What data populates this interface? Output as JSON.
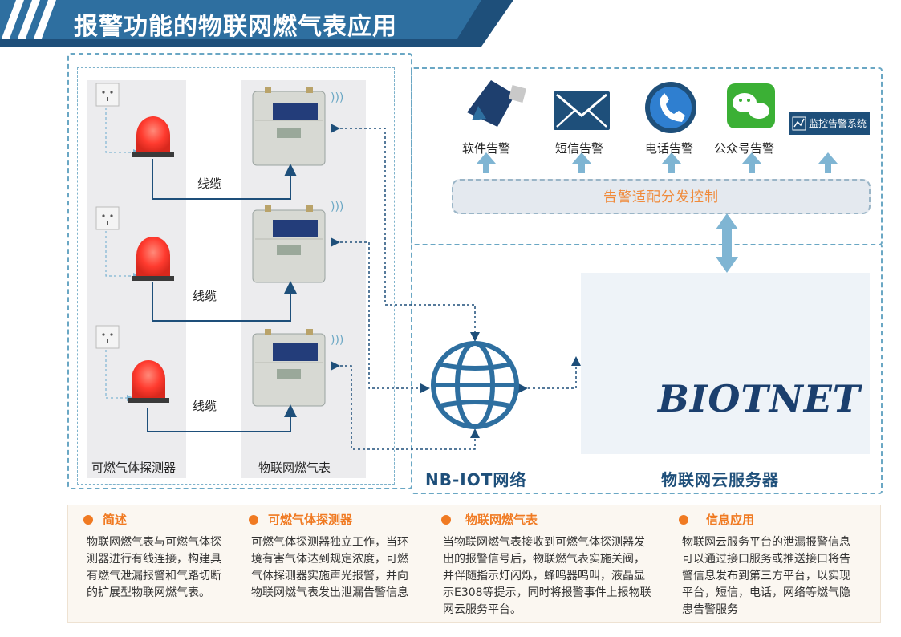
{
  "title": "报警功能的物联网燃气表应用",
  "columns": {
    "detector_label": "可燃气体探测器",
    "meter_label": "物联网燃气表"
  },
  "cables": [
    "线缆",
    "线缆",
    "线缆"
  ],
  "network_label": "NB-IOT网络",
  "server_label": "物联网云服务器",
  "brand": "BIOTNET",
  "apps": [
    {
      "label": "软件告警",
      "icon": "software-alert-icon"
    },
    {
      "label": "短信告警",
      "icon": "sms-envelope-icon"
    },
    {
      "label": "电话告警",
      "icon": "phone-icon"
    },
    {
      "label": "公众号告警",
      "icon": "wechat-icon"
    },
    {
      "label": "监控告警系统",
      "icon": "monitor-chart-icon"
    }
  ],
  "dispatch_label": "告警适配分发控制",
  "info": [
    {
      "title": "简述",
      "body": "物联网燃气表与可燃气体探测器进行有线连接，构建具有燃气泄漏报警和气路切断的扩展型物联网燃气表。"
    },
    {
      "title": "可燃气体探测器",
      "body": "可燃气体探测器独立工作，当环境有害气体达到规定浓度，可燃气体探测器实施声光报警，并向物联网燃气表发出泄漏告警信息"
    },
    {
      "title": "物联网燃气表",
      "body": "当物联网燃气表接收到可燃气体探测器发出的报警信号后，物联燃气表实施关阀，并伴随指示灯闪烁，蜂鸣器鸣叫，液晶显示E308等提示，同时将报警事件上报物联网云服务平台。"
    },
    {
      "title": "信息应用",
      "body": "物联网云服务平台的泄漏报警信息可以通过接口服务或推送接口将告警信息发布到第三方平台，以实现平台，短信，电话，网络等燃气隐患告警服务"
    }
  ],
  "colors": {
    "accent_blue": "#2e6fa0",
    "dark_blue": "#1b3f6e",
    "orange": "#f07a22",
    "alarm_red": "#ff3b2f",
    "arrow_blue": "#7fb5d3"
  }
}
